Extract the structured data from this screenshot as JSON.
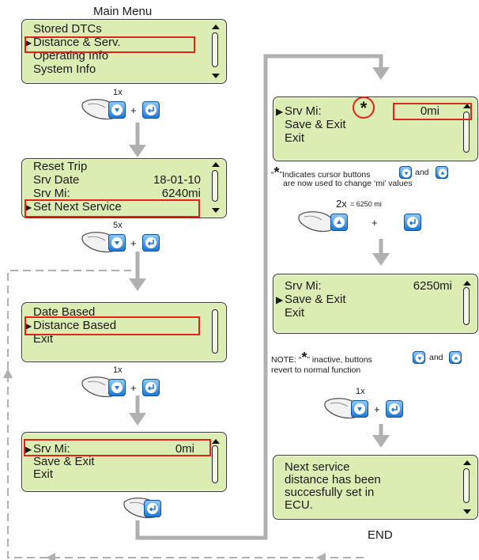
{
  "main_menu_label": "Main Menu",
  "end_label": "END",
  "screens": {
    "s1": {
      "rows": [
        "Stored DTCs",
        "Distance & Serv.",
        "Operating Info",
        "System Info"
      ]
    },
    "s2": {
      "rows": [
        "Reset Trip",
        "Srv Date",
        "Srv Mi:",
        "Set Next Service"
      ],
      "values": {
        "srv_date": "18-01-10",
        "srv_mi": "6240mi"
      }
    },
    "s3": {
      "rows": [
        "Date Based",
        "Distance Based",
        "Exit"
      ]
    },
    "s4": {
      "rows": [
        "Srv Mi:",
        "Save & Exit",
        "Exit"
      ],
      "value": "0mi"
    },
    "s5": {
      "rows": [
        "Srv Mi:",
        "Save & Exit",
        "Exit"
      ],
      "value": "0mi",
      "asterisk": "*"
    },
    "s6": {
      "rows": [
        "Srv Mi:",
        "Save & Exit",
        "Exit"
      ],
      "value": "6250mi"
    },
    "s7": {
      "rows": [
        "Next service",
        "distance has been",
        "succesfully set in",
        "ECU."
      ]
    }
  },
  "presses": {
    "p1": "1x",
    "p2": "5x",
    "p3": "1x",
    "p5": "2x",
    "p5_value": "= 6250 mi",
    "p6": "1x"
  },
  "plus": "+",
  "notes": {
    "cursor_open": "“",
    "cursor_star": "*",
    "cursor_a": "”Indicates cursor buttons",
    "cursor_and": "and",
    "cursor_b": "are now used to change ‘mi’ values",
    "note_a": "NOTE: “",
    "note_star": "*",
    "note_b": "” inactive, buttons",
    "note_and": "and",
    "note_c": "revert to normal function"
  },
  "colors": {
    "lcd_bg": "#dcedb4",
    "highlight": "#e2231a",
    "button": "#1e78d2",
    "flow_arrow": "#b0b0b0"
  }
}
